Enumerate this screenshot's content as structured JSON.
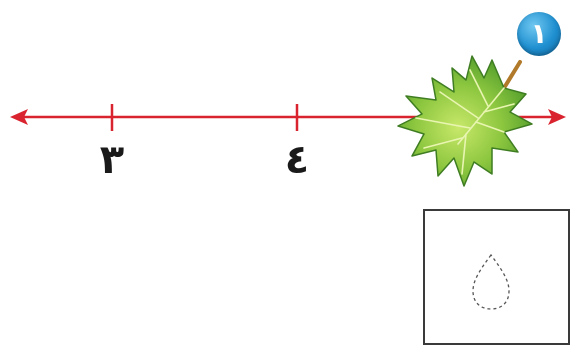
{
  "number_line": {
    "tick_labels": [
      "٣",
      "٤"
    ],
    "line_color": "#d9232e"
  },
  "exercise": {
    "number_badge": "١",
    "badge_color": "#1f8fd0"
  },
  "images": {
    "leaf": "maple-leaf-icon",
    "answer_hint": "dashed-drop-outline-icon"
  }
}
